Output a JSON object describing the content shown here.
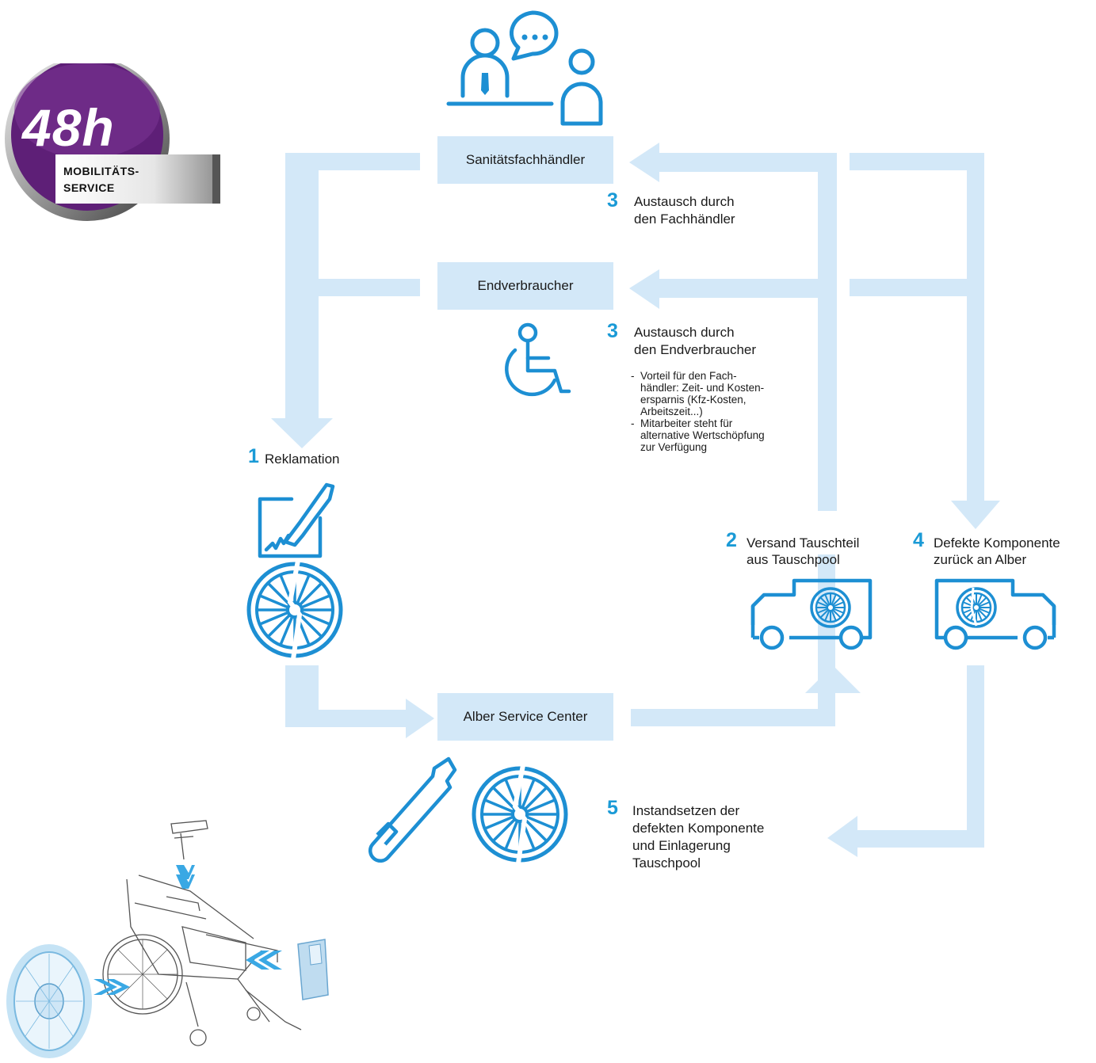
{
  "badge": {
    "hours": "48h",
    "line1": "MOBILITÄTS-",
    "line2": "SERVICE"
  },
  "boxes": {
    "dealer": "Sanitätsfachhändler",
    "enduser": "Endverbraucher",
    "service_center": "Alber Service Center"
  },
  "steps": {
    "step1": {
      "num": "1",
      "label": "Reklamation"
    },
    "step2": {
      "num": "2",
      "line1": "Versand Tauschteil",
      "line2": "aus Tauschpool"
    },
    "step3a": {
      "num": "3",
      "line1": "Austausch durch",
      "line2": "den Fachhändler"
    },
    "step3b": {
      "num": "3",
      "line1": "Austausch durch",
      "line2": "den Endverbraucher"
    },
    "step4": {
      "num": "4",
      "line1": "Defekte Komponente",
      "line2": "zurück an Alber"
    },
    "step5": {
      "num": "5",
      "line1": "Instandsetzen der",
      "line2": "defekten Komponente",
      "line3": "und Einlagerung",
      "line4": "Tauschpool"
    }
  },
  "benefits": {
    "dash": "-",
    "b1_l1": "Vorteil für den Fach-",
    "b1_l2": "händler: Zeit- und Kosten-",
    "b1_l3": "ersparnis (Kfz-Kosten,",
    "b1_l4": "Arbeitszeit...)",
    "b2_l1": "Mitarbeiter steht für",
    "b2_l2": "alternative Wertschöpfung",
    "b2_l3": "zur Verfügung"
  },
  "colors": {
    "arrow": "#d3e8f8",
    "icon_blue": "#1d8fd3",
    "number_blue": "#1a9ad6",
    "badge_purple": "#6a2a83"
  },
  "icons": [
    "consultation-icon",
    "wheelchair-user-icon",
    "phone-complaint-icon",
    "broken-wheel-icon",
    "delivery-truck-icon",
    "wrench-icon",
    "wheel-icon",
    "wheelchair-illustration"
  ]
}
